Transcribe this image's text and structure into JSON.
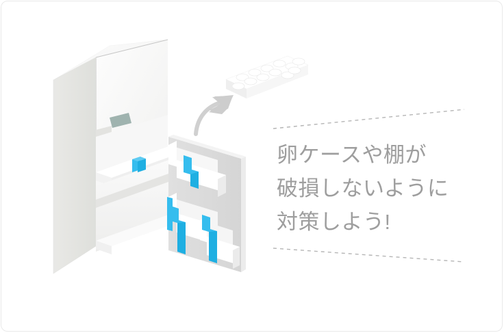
{
  "page": {
    "title": "冷蔵庫の地震対策イラスト",
    "background_color": "#ffffff",
    "border_color": "#e9e9e9"
  },
  "caption": {
    "text_color": "#9e9e9e",
    "lines": [
      "卵ケースや棚が",
      "破損しないように",
      "対策しよう!"
    ],
    "full_text": "卵ケースや棚が破損しないように対策しよう!"
  },
  "dividers": {
    "top_label": "dashed-divider-top",
    "bottom_label": "dashed-divider-bottom",
    "color": "#b3b3b3",
    "style": "dashed"
  },
  "illustration": {
    "name": "refrigerator-isometric-illustration",
    "description": "白い冷蔵庫のアイソメ図とドアポケットの青い固定バンド",
    "colors": {
      "body_front": "#fbfbfb",
      "body_side": "#e6e6e3",
      "body_top": "#f7f7f6",
      "door_panel": "#dedede",
      "shelf": "#ffffff",
      "shelf_shadow": "#e4e4e4",
      "strap_blue": "#35bdee",
      "strap_blue_dark": "#1aa9e0",
      "display_panel": "#9fb2ae",
      "outline": "#c9c9c9"
    },
    "parts": [
      {
        "name": "fridge-body",
        "label": "冷蔵庫本体"
      },
      {
        "name": "fridge-top-panel",
        "label": "天面"
      },
      {
        "name": "fridge-left-side",
        "label": "側面"
      },
      {
        "name": "fridge-display",
        "label": "操作パネル"
      },
      {
        "name": "upper-compartment",
        "label": "冷蔵室"
      },
      {
        "name": "lower-compartment",
        "label": "野菜室"
      },
      {
        "name": "door-panel",
        "label": "ドア裏パネル"
      },
      {
        "name": "door-pocket-upper",
        "label": "上段ドアポケット"
      },
      {
        "name": "door-pocket-middle",
        "label": "中段ドアポケット"
      },
      {
        "name": "door-pocket-lower",
        "label": "下段ドアポケット"
      }
    ],
    "straps": {
      "count": 4,
      "label": "固定バンド",
      "color": "#35bdee"
    }
  },
  "brick": {
    "name": "lego-brick-plate",
    "label": "ブロックプレート",
    "studs": 12,
    "rows": 2,
    "columns": 6,
    "color": "#ffffff",
    "shade": "#f0f0f0"
  },
  "arrow": {
    "name": "curved-arrow",
    "label": "矢印",
    "color": "#cfcfcf",
    "direction": "up-right"
  }
}
